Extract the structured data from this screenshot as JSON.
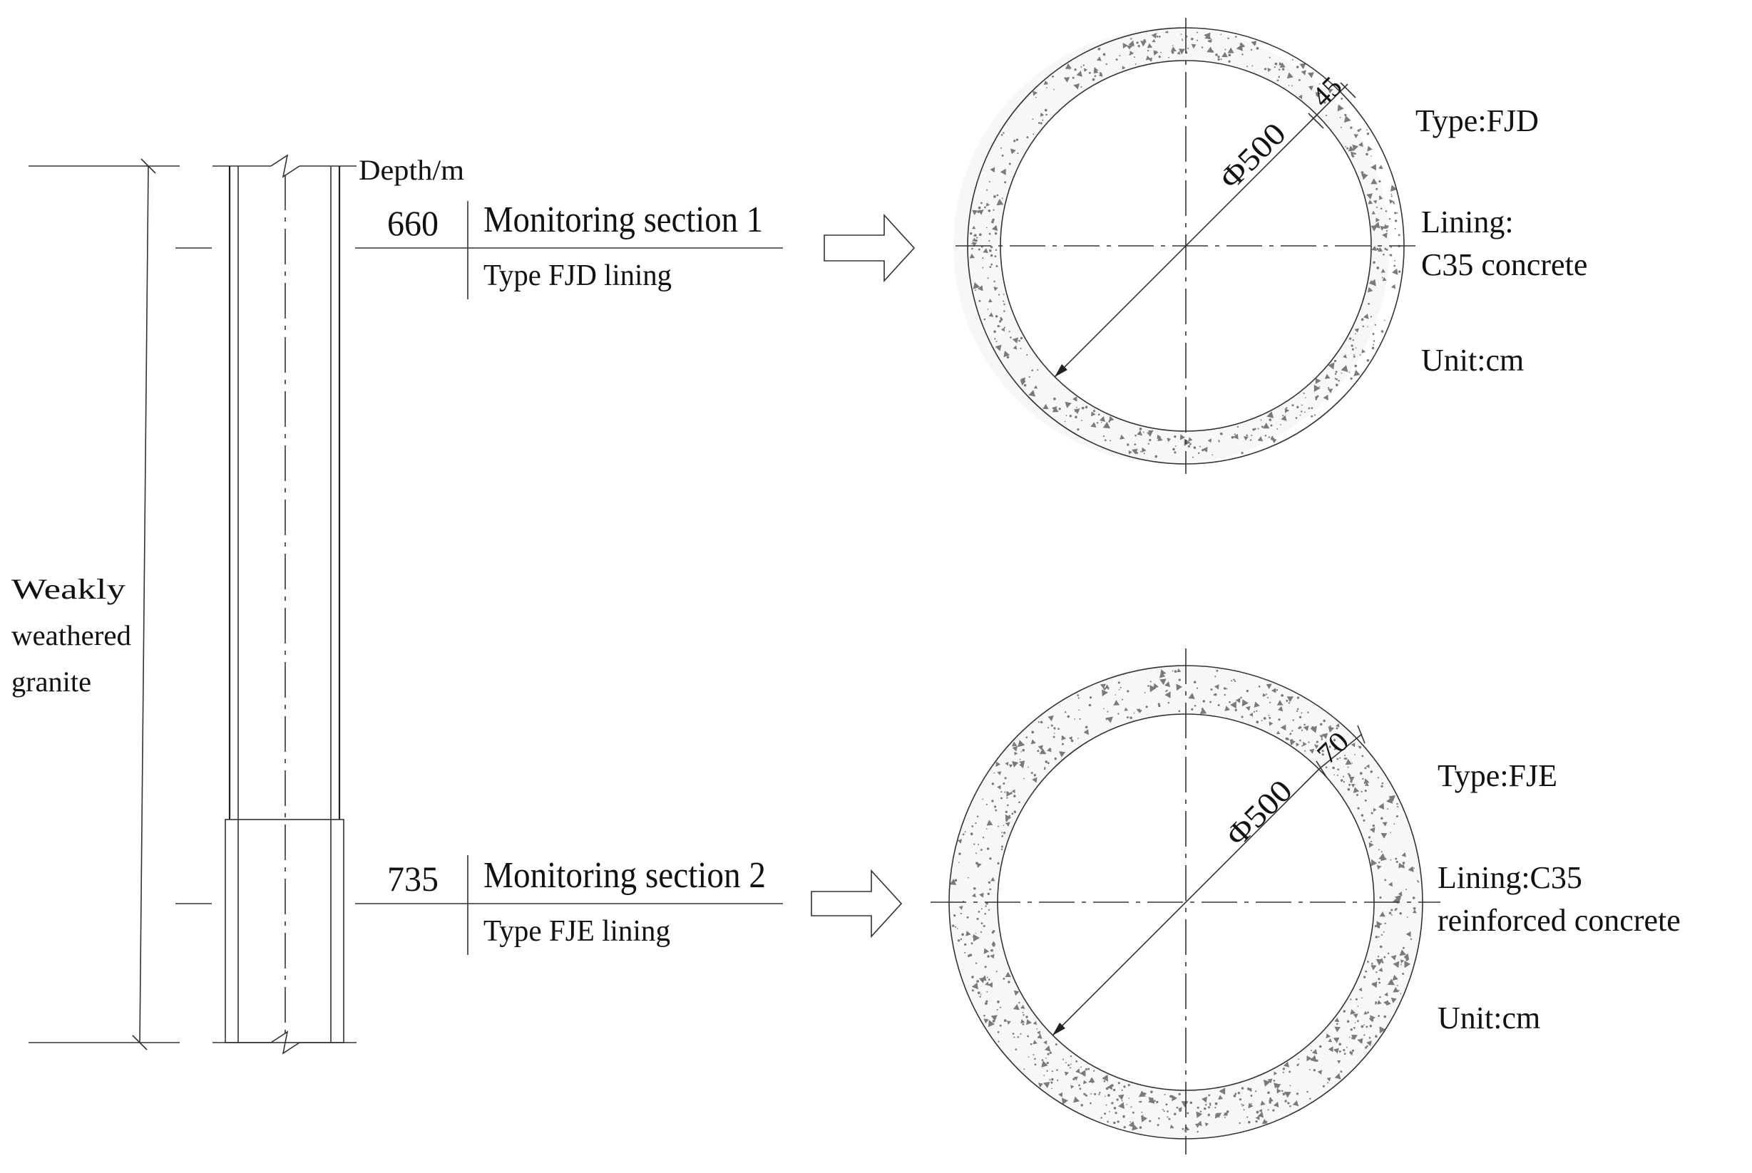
{
  "column": {
    "depth_header": "Depth/m",
    "rock_label_lines": [
      "Weakly",
      "weathered",
      "granite"
    ]
  },
  "sections": [
    {
      "depth": "660",
      "title": "Monitoring section 1",
      "subtitle": "Type FJD lining"
    },
    {
      "depth": "735",
      "title": "Monitoring section 2",
      "subtitle": "Type FJE lining"
    }
  ],
  "rings": [
    {
      "diameter_label": "Φ500",
      "thickness_label": "45",
      "type_label": "Type:FJD",
      "lining_lines": [
        "Lining:",
        "C35 concrete"
      ],
      "unit_label": "Unit:cm"
    },
    {
      "diameter_label": "Φ500",
      "thickness_label": "70",
      "type_label": "Type:FJE",
      "lining_lines": [
        "Lining:C35",
        "reinforced concrete"
      ],
      "unit_label": "Unit:cm"
    }
  ],
  "colors": {
    "line": "#222222",
    "concrete_fill": "#f7f7f7",
    "speckle": "#7a7a7a",
    "background": "#ffffff"
  }
}
